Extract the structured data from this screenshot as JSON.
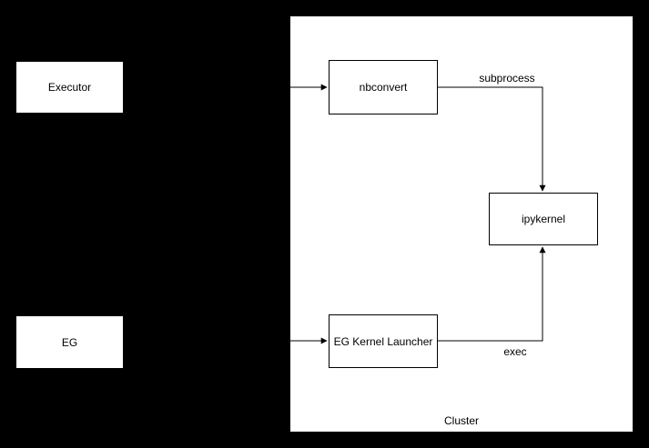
{
  "diagram": {
    "nodes": {
      "executor": {
        "label": "Executor"
      },
      "eg": {
        "label": "EG"
      },
      "nbconvert": {
        "label": "nbconvert"
      },
      "ipykernel": {
        "label": "ipykernel"
      },
      "eg_kernel_launcher": {
        "label": "EG Kernel Launcher"
      },
      "cluster": {
        "label": "Cluster"
      }
    },
    "edge_labels": {
      "subprocess": "subprocess",
      "exec": "exec"
    },
    "colors": {
      "background": "#000000",
      "node_fill": "#ffffff",
      "stroke": "#000000",
      "text": "#000000"
    }
  }
}
